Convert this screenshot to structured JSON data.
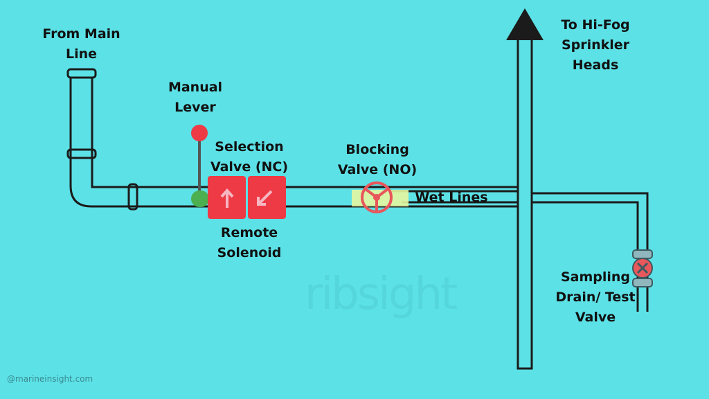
{
  "labels": {
    "from_main_line": "From Main\nLine",
    "manual_lever": "Manual\nLever",
    "selection_valve": "Selection\nValve (NC)",
    "remote_solenoid": "Remote\nSolenoid",
    "blocking_valve": "Blocking\nValve (NO)",
    "wet_lines": "Wet Lines",
    "to_hifog": "To Hi-Fog\nSprinkler\nHeads",
    "sampling_valve": "Sampling\nDrain/ Test\nValve"
  },
  "watermark": "ribsight",
  "credit": "@marineinsight.com",
  "colors": {
    "background": "#5ce1e6",
    "pipe": "#1b1b1b",
    "valve_red": "#ee3a45",
    "lever_green": "#4cb050",
    "highlight": "#e6f7a0"
  }
}
